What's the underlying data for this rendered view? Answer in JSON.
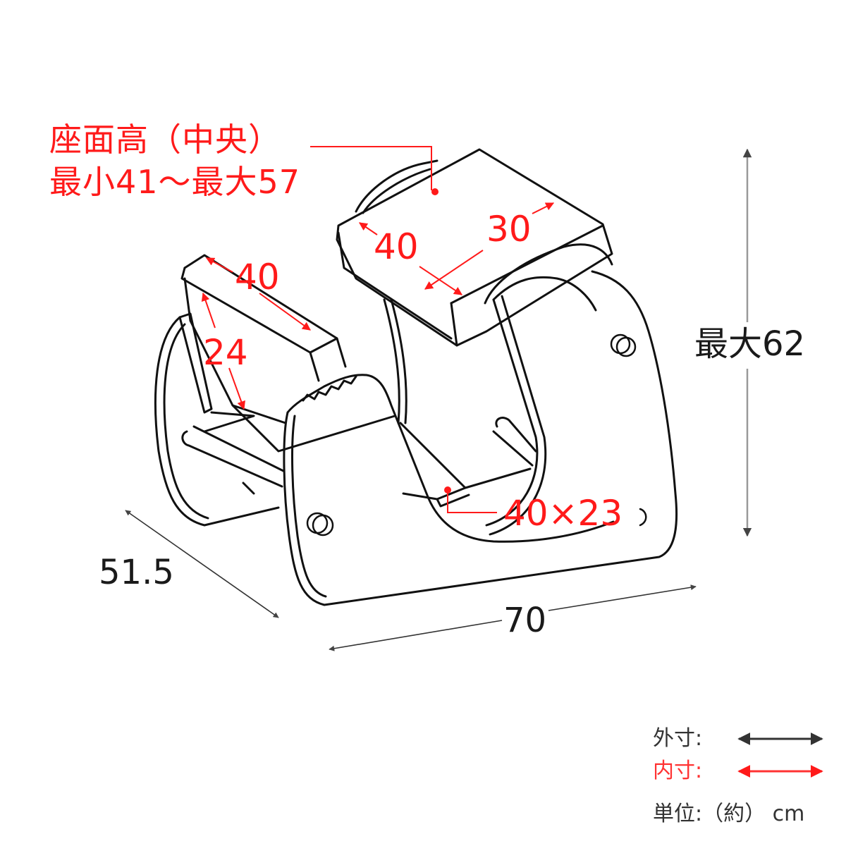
{
  "diagram": {
    "subject": "kneeling chair dimension drawing",
    "colors": {
      "outline": "#111111",
      "inner_dimension": "#ff1a1a",
      "outer_dimension": "#333333",
      "height_arrow": "#999999",
      "background": "#ffffff"
    },
    "seat_height_callout": {
      "line1": "座面高（中央）",
      "line2": "最小41～最大57"
    },
    "seat": {
      "depth_label": "40",
      "width_label": "30"
    },
    "knee_pad": {
      "width_label": "40",
      "depth_label": "24"
    },
    "footrest": {
      "size_label": "40×23"
    },
    "overall": {
      "height_label": "最大62",
      "depth_label": "51.5",
      "width_label": "70"
    }
  },
  "legend": {
    "outer_label": "外寸:",
    "inner_label": "内寸:",
    "unit_label": "単位:（約） cm"
  }
}
